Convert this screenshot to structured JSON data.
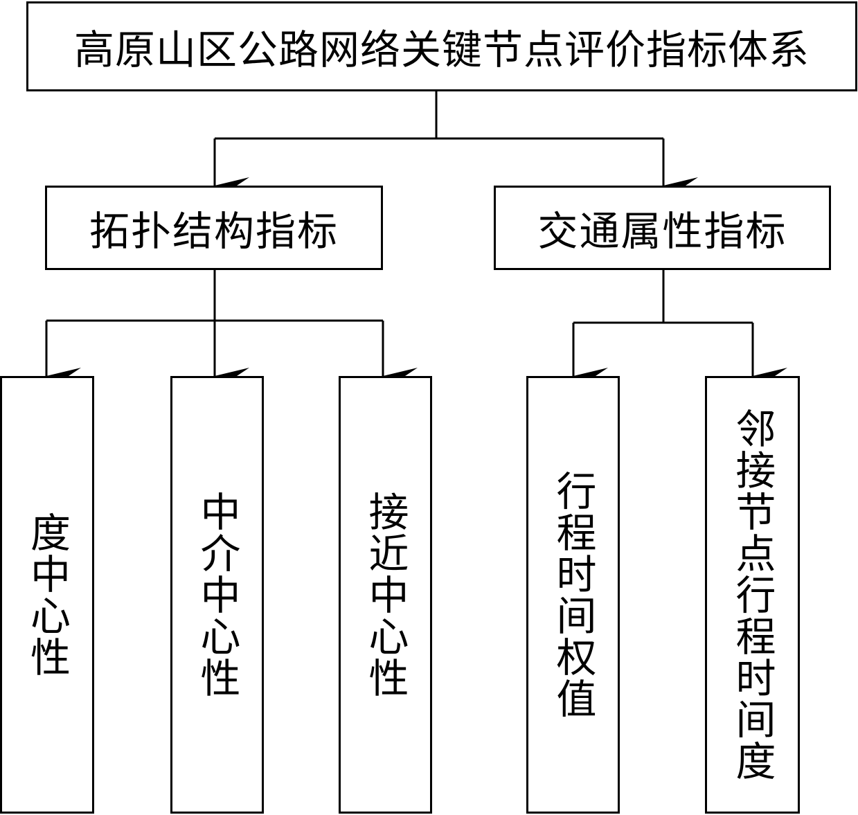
{
  "root": "高原山区公路网络关键节点评价指标体系",
  "categories": [
    {
      "label": "拓扑结构指标",
      "children": [
        "度中心性",
        "中介中心性",
        "接近中心性"
      ]
    },
    {
      "label": "交通属性指标",
      "children": [
        "行程时间权值",
        "邻接节点行程时间度"
      ]
    }
  ],
  "colors": {
    "line": "#000000",
    "background": "#ffffff"
  }
}
